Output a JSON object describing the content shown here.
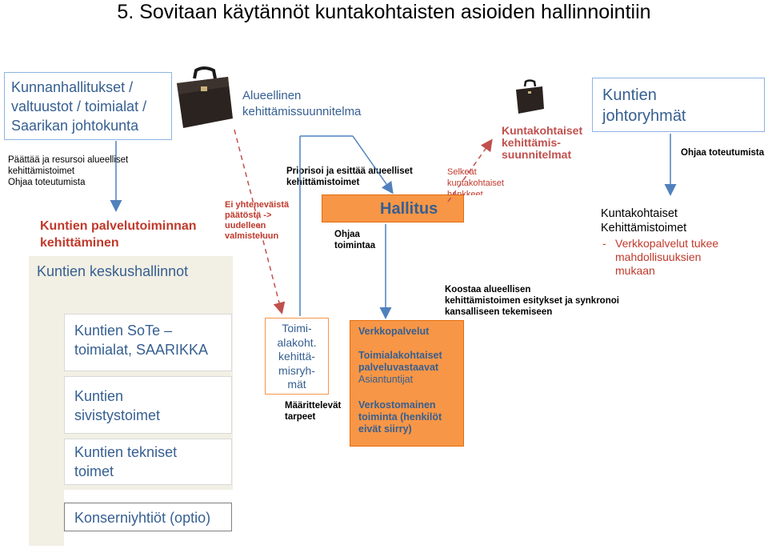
{
  "title": "5. Sovitaan käytännöt kuntakohtaisten asioiden hallinnointiin",
  "left": {
    "governance_box": "Kunnanhallitukset /\nvaltuustot / toimialat /\nSaarikan johtokunta",
    "governance_note": "Päättää ja resursoi alueelliset\nkehittämistoimet\nOhjaa toteutumista",
    "development_label": "Kuntien palvelutoiminnan\nkehittäminen",
    "admin_box": "Kuntien keskushallinnot",
    "sote_box": "Kuntien SoTe –\ntoimialat, SAARIKKA",
    "education_box": "Kuntien\nsivistystoimet",
    "technical_box": "Kuntien tekniset\ntoimet",
    "konserni_box": "Konserniyhtiöt (optio)"
  },
  "middle": {
    "regional_plan": "Alueellinen\nkehittämissuunnitelma",
    "prioritize_note": "Priorisoi ja esittää alueelliset\nkehittämistoimet",
    "no_common_decision": "Ei yhteneväistä\npäätöstä ->\nuudelleen\nvalmisteluun",
    "hallitus": "Hallitus",
    "steer_action": "Ohjaa\ntoimintaa",
    "groups_box": "Toimi-\nalakoht.\nkehittä-\nmisryh-\nmät",
    "groups_note": "Määrittelevät\ntarpeet",
    "network_services": "Verkkopalvelut",
    "sector_owners": "Toimialakohtaiset\npalveluvastaavat",
    "experts": "Asiantuntijat",
    "network_operation": "Verkostomainen\ntoiminta (henkilöt\neivät siirry)",
    "collect_note": "Koostaa alueellisen\nkehittämistoimen  esitykset ja synkronoi\nkansalliseen  tekemiseen"
  },
  "right": {
    "municipal_plans": "Kuntakohtaiset\nkehittämis-\nsuunnitelmat",
    "separate_projects": "Selkeät\nkuntakohtaiset\nhankkeet",
    "leadership_groups": "Kuntien\njohtoryhmät",
    "steer_implementation": "Ohjaa toteutumista",
    "municipal_actions_title": "Kuntakohtaiset\nKehittämistoimet",
    "municipal_actions_bullet": "-",
    "municipal_actions_text": "Verkkopalvelut tukee\nmahdollisuuksien\nmukaan"
  },
  "colors": {
    "orange": "#f79646",
    "orange_border": "#e46c0a",
    "panel": "#f2efe4",
    "blue_text": "#365f91",
    "red_text": "#c0392b",
    "arrow_blue": "#4f81bd",
    "arrow_red": "#c0504d"
  }
}
